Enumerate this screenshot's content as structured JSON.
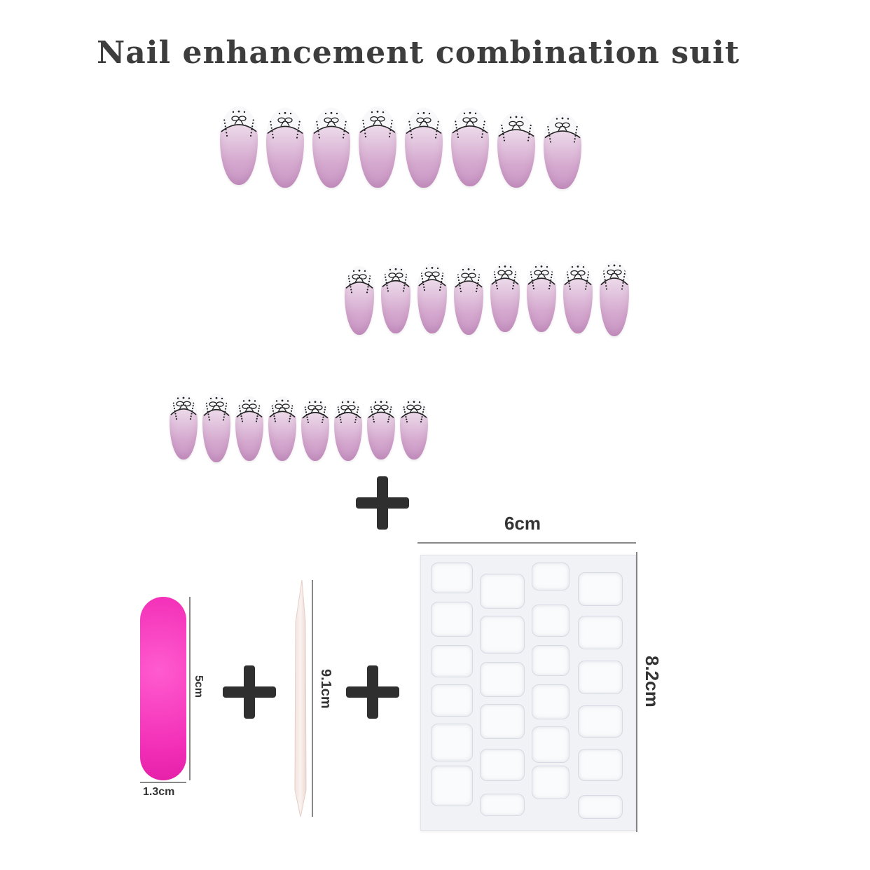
{
  "title": "Nail enhancement combination suit",
  "products": {
    "nail_rows": [
      {
        "count": 8
      },
      {
        "count": 8
      },
      {
        "count": 8
      }
    ],
    "file": {
      "length_label": "5cm",
      "width_label": "1.3cm",
      "color": "#f22eb7"
    },
    "cuticle_stick": {
      "length_label": "9.1cm"
    },
    "adhesive_sheet": {
      "width_label": "6cm",
      "height_label": "8.2cm",
      "tabs": 24
    }
  },
  "colors": {
    "title": "#3d3d3d",
    "plus": "#2f2f2f",
    "nail_tip": "#f6f3f8",
    "nail_base": "#c996c4"
  }
}
